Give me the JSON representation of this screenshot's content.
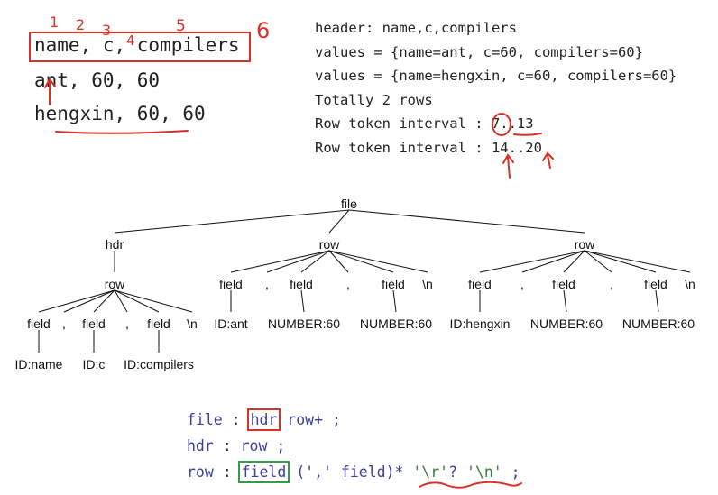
{
  "csv_example": {
    "lines": [
      "name, c, compilers",
      "ant, 60, 60",
      "hengxin, 60, 60"
    ]
  },
  "output": {
    "lines": [
      "header: name,c,compilers",
      "values = {name=ant, c=60, compilers=60}",
      "values = {name=hengxin, c=60, compilers=60}",
      "Totally 2 rows",
      "Row token interval : 7..13",
      "Row token interval : 14..20"
    ]
  },
  "parse_tree": {
    "nodes": [
      {
        "id": "file",
        "label": "file"
      },
      {
        "id": "hdr",
        "label": "hdr",
        "parent": "file"
      },
      {
        "id": "row1",
        "label": "row",
        "parent": "file"
      },
      {
        "id": "row2",
        "label": "row",
        "parent": "file"
      },
      {
        "id": "row0",
        "label": "row",
        "parent": "hdr"
      },
      {
        "id": "f01",
        "label": "field",
        "parent": "row0"
      },
      {
        "id": "c01",
        "label": ",",
        "parent": "row0"
      },
      {
        "id": "f02",
        "label": "field",
        "parent": "row0"
      },
      {
        "id": "c02",
        "label": ",",
        "parent": "row0"
      },
      {
        "id": "f03",
        "label": "field",
        "parent": "row0"
      },
      {
        "id": "n0",
        "label": "\\n",
        "parent": "row0"
      },
      {
        "id": "t01",
        "label": "ID:name",
        "parent": "f01"
      },
      {
        "id": "t02",
        "label": "ID:c",
        "parent": "f02"
      },
      {
        "id": "t03",
        "label": "ID:compilers",
        "parent": "f03"
      },
      {
        "id": "f11",
        "label": "field",
        "parent": "row1"
      },
      {
        "id": "c11",
        "label": ",",
        "parent": "row1"
      },
      {
        "id": "f12",
        "label": "field",
        "parent": "row1"
      },
      {
        "id": "c12",
        "label": ",",
        "parent": "row1"
      },
      {
        "id": "f13",
        "label": "field",
        "parent": "row1"
      },
      {
        "id": "n1",
        "label": "\\n",
        "parent": "row1"
      },
      {
        "id": "t11",
        "label": "ID:ant",
        "parent": "f11"
      },
      {
        "id": "t12",
        "label": "NUMBER:60",
        "parent": "f12"
      },
      {
        "id": "t13",
        "label": "NUMBER:60",
        "parent": "f13"
      },
      {
        "id": "f21",
        "label": "field",
        "parent": "row2"
      },
      {
        "id": "c21",
        "label": ",",
        "parent": "row2"
      },
      {
        "id": "f22",
        "label": "field",
        "parent": "row2"
      },
      {
        "id": "c22",
        "label": ",",
        "parent": "row2"
      },
      {
        "id": "f23",
        "label": "field",
        "parent": "row2"
      },
      {
        "id": "n2",
        "label": "\\n",
        "parent": "row2"
      },
      {
        "id": "t21",
        "label": "ID:hengxin",
        "parent": "f21"
      },
      {
        "id": "t22",
        "label": "NUMBER:60",
        "parent": "f22"
      },
      {
        "id": "t23",
        "label": "NUMBER:60",
        "parent": "f23"
      }
    ]
  },
  "grammar": {
    "rule1": {
      "name": "file",
      "sep": " : ",
      "boxed": "hdr",
      "rest": " row+ ;"
    },
    "rule2": {
      "name": "hdr",
      "sep": " : ",
      "rest": "row ;"
    },
    "rule3": {
      "name": "row",
      "sep": " : ",
      "boxed": "field",
      "mid": " (',' field)* ",
      "lit1": "'\\r'",
      "q": "? ",
      "lit2": "'\\n'",
      "end": " ;"
    }
  },
  "annotations": {
    "numbers": [
      "1",
      "2",
      "3",
      "4",
      "5",
      "6"
    ]
  },
  "colors": {
    "annotation": "#d9302a",
    "keyword": "#3b3f99",
    "literal": "#3c7a3c",
    "highlight_box_green": "#2ea043"
  }
}
